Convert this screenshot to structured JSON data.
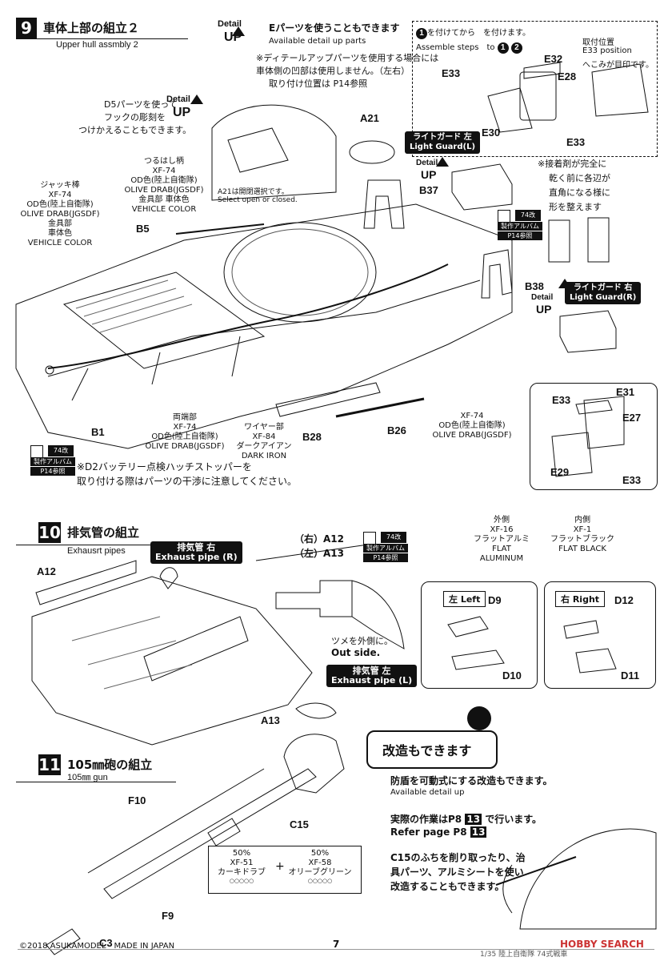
{
  "step9": {
    "number": "9",
    "title": "車体上部の組立２",
    "subtitle": "Upper hull assmbly 2",
    "detail_note_jp": "Eパーツを使うこともできます",
    "detail_note_en": "Available detail up parts",
    "detail_warning_1": "※ディテールアップパーツを使用する場合には",
    "detail_warning_2": "車体側の凹部は使用しません。（左右）",
    "detail_warning_3": "取り付け位置は P14参照",
    "d5_line1": "D5パーツを使って",
    "d5_line2": "フックの彫刻を",
    "d5_line3": "つけかえることもできます。",
    "a21_note_jp": "A21は開閉選択です。",
    "a21_note_en": "Select open or closed.",
    "assemble_jp": "を付けてから　を付けます。",
    "assemble_en": "Assemble steps　to",
    "e33_position_jp": "取付位置",
    "e33_position_en": "E33 position",
    "e33_position_jp2": "へこみが目印です。",
    "glue_note_1": "※接着剤が完全に",
    "glue_note_2": "乾く前に各辺が",
    "glue_note_3": "直角になる様に",
    "glue_note_4": "形を整えます",
    "light_guard_left_jp": "ライトガード 左",
    "light_guard_left_en": "Light Guard(L)",
    "light_guard_right_jp": "ライトガード 右",
    "light_guard_right_en": "Light Guard(R)",
    "battery_note_1": "※D2バッテリー点検ハッチストッパーを",
    "battery_note_2": "取り付ける際はパーツの干渉に注意してください。",
    "paints": {
      "tsuruhashi": [
        "つるはし柄",
        "XF-74",
        "OD色(陸上自衛隊)",
        "OLIVE DRAB(JGSDF)",
        "金具部 車体色",
        "VEHICLE COLOR"
      ],
      "jack": [
        "ジャッキ棒",
        "XF-74",
        "OD色(陸上自衛隊)",
        "OLIVE DRAB(JGSDF)",
        "金具部",
        "車体色",
        "VEHICLE COLOR"
      ],
      "ends": [
        "両端部",
        "XF-74",
        "OD色(陸上自衛隊)",
        "OLIVE DRAB(JGSDF)"
      ],
      "wire": [
        "ワイヤー部",
        "XF-84",
        "ダークアイアン",
        "DARK IRON"
      ],
      "b26": [
        "XF-74",
        "OD色(陸上自衛隊)",
        "OLIVE DRAB(JGSDF)"
      ]
    },
    "parts": {
      "a21": "A21",
      "b37": "B37",
      "b38": "B38",
      "b5": "B5",
      "b1": "B1",
      "b28": "B28",
      "b26": "B26",
      "e32": "E32",
      "e33a": "E33",
      "e28": "E28",
      "e30": "E30",
      "e33b": "E33",
      "e33c": "E33",
      "e31": "E31",
      "e27": "E27",
      "e29": "E29",
      "e33d": "E33"
    }
  },
  "step10": {
    "number": "10",
    "title": "排気管の組立",
    "subtitle": "Exhausrt pipes",
    "exhaust_right_jp": "排気管 右",
    "exhaust_right_en": "Exhaust pipe (R)",
    "exhaust_left_jp": "排気管 左",
    "exhaust_left_en": "Exhaust pipe (L)",
    "right_label": "（右）A12",
    "left_label": "（左）A13",
    "tab_note_jp": "ツメを外側に。",
    "tab_note_en": "Out side.",
    "outer_paint": [
      "外側",
      "XF-16",
      "フラットアルミ",
      "FLAT ALUMINUM"
    ],
    "inner_paint": [
      "内側",
      "XF-1",
      "フラットブラック",
      "FLAT BLACK"
    ],
    "left_box": "左 Left",
    "right_box": "右 Right",
    "parts": {
      "a12": "A12",
      "a13": "A13",
      "d9": "D9",
      "d10": "D10",
      "d12": "D12",
      "d11": "D11"
    }
  },
  "step11": {
    "number": "11",
    "title": "105㎜砲の組立",
    "subtitle": "105㎜ gun",
    "mix_1_pct": "50%",
    "mix_1_code": "XF-51",
    "mix_1_name": "カーキドラブ",
    "mix_2_pct": "50%",
    "mix_2_code": "XF-58",
    "mix_2_name": "オリーブグリーン",
    "mix_dots": "○○○○○",
    "parts": {
      "f10": "F10",
      "f9": "F9",
      "c3": "C3",
      "c15": "C15"
    }
  },
  "modify": {
    "banner": "改造もできます",
    "line1_jp": "防盾を可動式にする改造もできます。",
    "line1_en": "Available detail up",
    "line2_jp": "実際の作業はP8",
    "line2_num": "13",
    "line2_jp_b": "で行います。",
    "line3_en": "Refer page P8",
    "line4": "C15のふちを削り取ったり、治",
    "line5": "具パーツ、アルミシートを使い",
    "line6": "改造することもできます。"
  },
  "tag74": {
    "top": "74改",
    "mid": "製作アルバム",
    "bot": "P14参照"
  },
  "detail_up": {
    "line1": "Detail",
    "line2": "UP"
  },
  "footer": {
    "copyright": "©2018 ASUKAMODEL　MADE IN JAPAN",
    "page": "7",
    "series": "1/35 陸上自衛隊 74式戦車"
  },
  "watermark": "HOBBY SEARCH"
}
